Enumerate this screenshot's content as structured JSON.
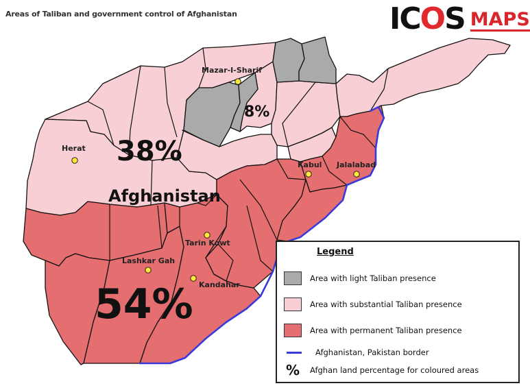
{
  "title": "Areas of Taliban and government control of Afghanistan",
  "logo": {
    "icos_prefix": "IC",
    "icos_o": "O",
    "icos_suffix": "S",
    "maps": "MAPS"
  },
  "colors": {
    "light": "#aaaaaa",
    "substantial": "#f8cfd4",
    "permanent": "#e56e70",
    "border_line": "#3a3ad8",
    "province_stroke": "#111111"
  },
  "country_label": "Afghanistan",
  "percentages": {
    "light": "8%",
    "substantial": "38%",
    "permanent": "54%"
  },
  "cities": [
    "Mazar-I-Sharif",
    "Herat",
    "Kabul",
    "Jalalabad",
    "Tarin Kowt",
    "Lashkar Gah",
    "Kandahar"
  ],
  "legend": {
    "title": "Legend",
    "items": [
      {
        "kind": "swatch",
        "color_key": "light",
        "label": "Area with light Taliban presence"
      },
      {
        "kind": "swatch",
        "color_key": "substantial",
        "label": "Area with substantial Taliban presence"
      },
      {
        "kind": "swatch",
        "color_key": "permanent",
        "label": "Area with permanent Taliban presence"
      },
      {
        "kind": "line",
        "color_key": "border_line",
        "label": "Afghanistan, Pakistan border"
      },
      {
        "kind": "symbol",
        "symbol": "%",
        "label": "Afghan land percentage for coloured areas"
      }
    ]
  }
}
